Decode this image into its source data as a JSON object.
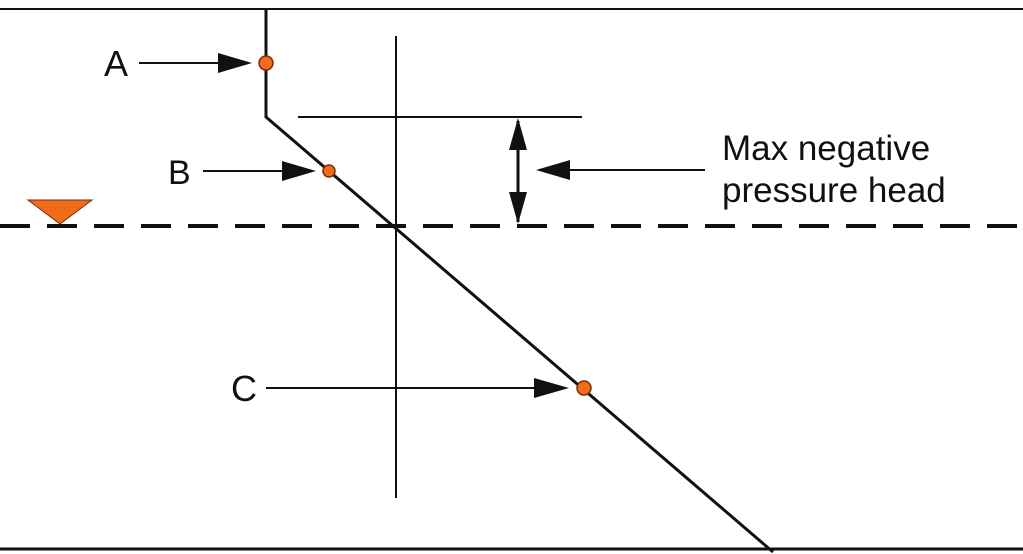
{
  "labels": {
    "point_a": "A",
    "point_b": "B",
    "point_c": "C",
    "annotation_line1": "Max negative",
    "annotation_line2": "pressure head"
  },
  "colors": {
    "marker": "#f26b1d",
    "marker_outline": "#7a2e00",
    "line": "#111111"
  }
}
